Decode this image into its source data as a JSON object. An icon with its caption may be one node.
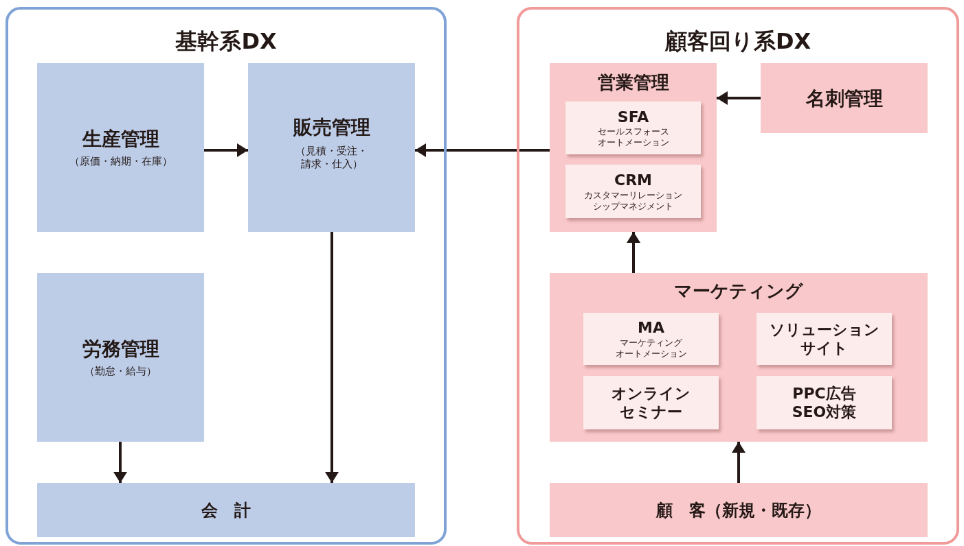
{
  "diagram": {
    "nodes": [
      {
        "text": [
          "基幹系DX"
        ]
      },
      {
        "text": [
          "生産管理",
          "（原価・納期・在庫）"
        ],
        "in": 0
      },
      {
        "text": [
          "販売管理",
          "（見積・受注・請求・仕入）"
        ],
        "in": 0
      },
      {
        "text": [
          "労務管理",
          "（勤怠・給与）"
        ],
        "in": 0
      },
      {
        "text": [
          "会　計"
        ],
        "in": 0
      },
      {
        "text": [
          "顧客回り系DX"
        ]
      },
      {
        "text": [
          "営業管理"
        ],
        "in": 5
      },
      {
        "text": [
          "SFA",
          "セールスフォースオートメーション"
        ],
        "in": 6
      },
      {
        "text": [
          "CRM",
          "カスタマーリレーションシップマネジメント"
        ],
        "in": 6
      },
      {
        "text": [
          "名刺管理"
        ],
        "in": 5
      },
      {
        "text": [
          "マーケティング"
        ],
        "in": 5
      },
      {
        "text": [
          "MA",
          "マーケティングオートメーション"
        ],
        "in": 10
      },
      {
        "text": [
          "ソリューションサイト"
        ],
        "in": 10
      },
      {
        "text": [
          "オンラインセミナー"
        ],
        "in": 10
      },
      {
        "text": [
          "PPC広告 SEO対策"
        ],
        "in": 10
      },
      {
        "text": [
          "顧　客（新規・既存）"
        ],
        "in": 5
      }
    ],
    "edges": [
      {
        "from": 1,
        "to": 2,
        "arrow": "to"
      },
      {
        "from": 6,
        "to": 2,
        "arrow": "to"
      },
      {
        "from": 9,
        "to": 6,
        "arrow": "to"
      },
      {
        "from": 10,
        "to": 6,
        "arrow": "to"
      },
      {
        "from": 15,
        "to": 10,
        "arrow": "to"
      },
      {
        "from": 2,
        "to": 4,
        "arrow": "to"
      },
      {
        "from": 3,
        "to": 4,
        "arrow": "to"
      }
    ]
  }
}
